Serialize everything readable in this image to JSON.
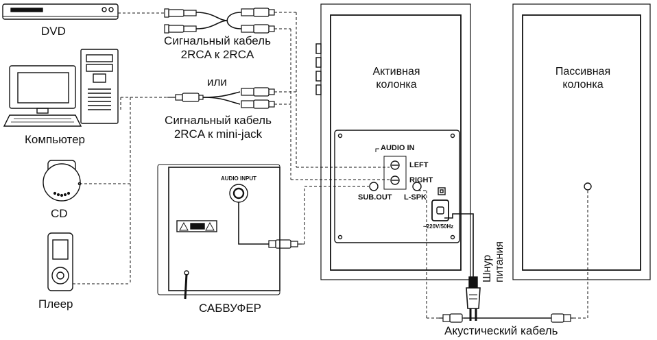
{
  "devices": {
    "dvd": "DVD",
    "computer": "Компьютер",
    "cd": "CD",
    "player": "Плеер",
    "subwoofer": "САБВУФЕР"
  },
  "cables": {
    "rca_to_rca_line1": "Сигнальный кабель",
    "rca_to_rca_line2": "2RCA к 2RCA",
    "or": "или",
    "rca_to_minijack_line1": "Сигнальный  кабель",
    "rca_to_minijack_line2": "2RCA к mini-jack",
    "acoustic": "Акустический кабель",
    "power_line1": "Шнур",
    "power_line2": "питания"
  },
  "speakers": {
    "active_line1": "Активная",
    "active_line2": "колонка",
    "passive_line1": "Пассивная",
    "passive_line2": "колонка"
  },
  "panel": {
    "audio_in": "AUDIO IN",
    "left": "LEFT",
    "right": "RIGHT",
    "sub_out": "SUB.OUT",
    "l_spk": "L-SPK",
    "power_rating": "~220V/50Hz",
    "sub_audio_input": "AUDIO INPUT"
  }
}
